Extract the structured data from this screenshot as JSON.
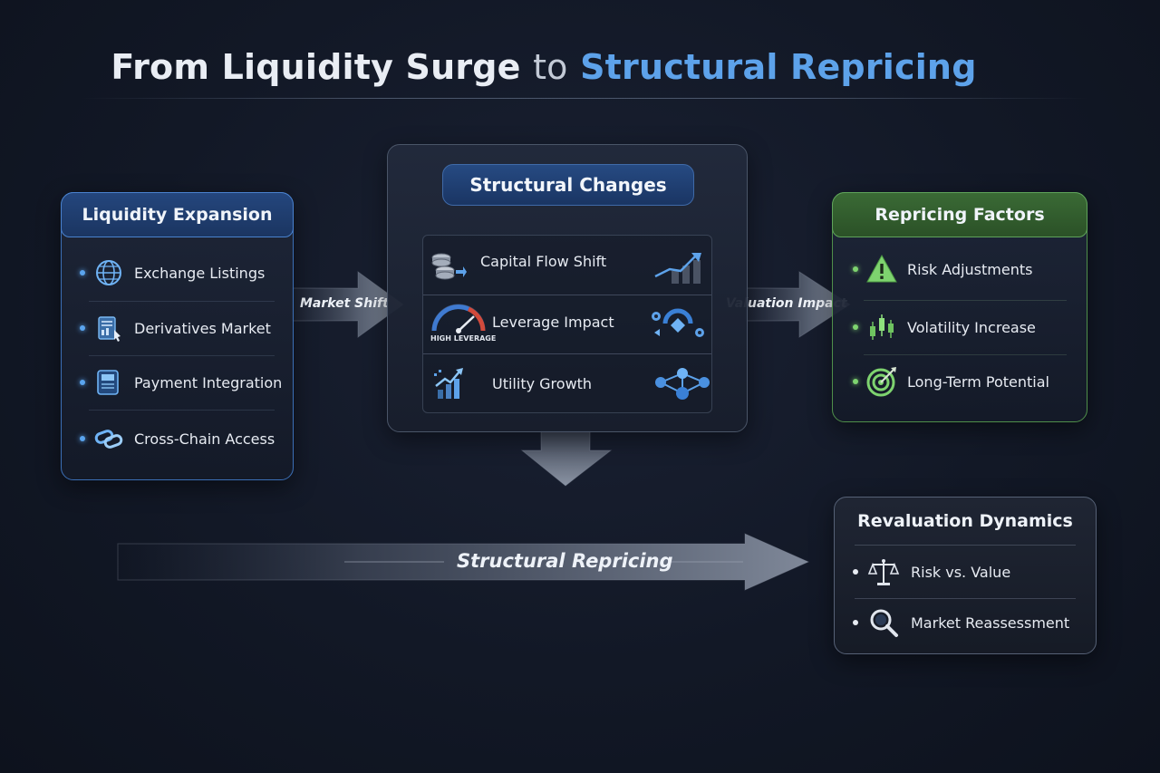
{
  "title": {
    "word1": "From Liquidity Surge",
    "word_to": "to",
    "word3": "Structural Repricing"
  },
  "liquidity": {
    "title": "Liquidity Expansion",
    "items": [
      {
        "label": "Exchange Listings",
        "icon": "globe-icon"
      },
      {
        "label": "Derivatives Market",
        "icon": "document-chart-icon"
      },
      {
        "label": "Payment Integration",
        "icon": "payment-terminal-icon"
      },
      {
        "label": "Cross-Chain Access",
        "icon": "chain-link-icon"
      }
    ]
  },
  "structural": {
    "title": "Structural Changes",
    "items": [
      {
        "label": "Capital Flow Shift",
        "icon": "coins-icon",
        "side_icon": "rising-bars-icon"
      },
      {
        "label": "Leverage Impact",
        "icon": "gauge-icon",
        "gauge_text": "HIGH LEVERAGE",
        "side_icon": "network-gears-icon"
      },
      {
        "label": "Utility Growth",
        "icon": "growth-chart-icon",
        "side_icon": "node-network-icon"
      }
    ]
  },
  "repricing": {
    "title": "Repricing Factors",
    "items": [
      {
        "label": "Risk Adjustments",
        "icon": "warning-icon"
      },
      {
        "label": "Volatility Increase",
        "icon": "candlestick-icon"
      },
      {
        "label": "Long-Term Potential",
        "icon": "target-icon"
      }
    ]
  },
  "revaluation": {
    "title": "Revaluation Dynamics",
    "items": [
      {
        "label": "Risk vs. Value",
        "icon": "scales-icon"
      },
      {
        "label": "Market Reassessment",
        "icon": "magnifier-icon"
      }
    ]
  },
  "arrows": {
    "market_shift": "Market Shift",
    "valuation_impact": "Valuation Impact",
    "structural_repricing": "Structural Repricing"
  },
  "colors": {
    "blue_accent": "#5da2ea",
    "green_accent": "#7ed36f",
    "background": "#121826"
  }
}
